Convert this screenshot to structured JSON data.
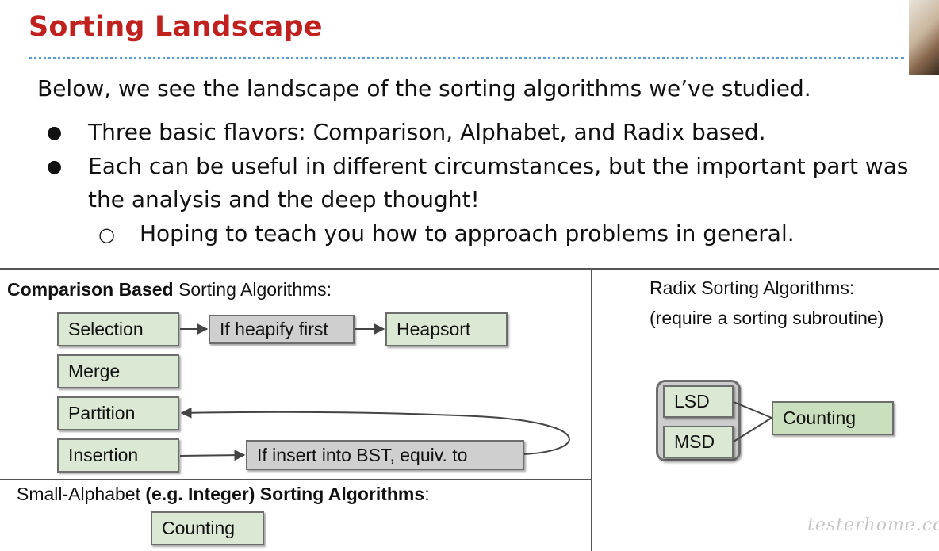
{
  "slide": {
    "title": "Sorting Landscape",
    "intro": "Below, we see the landscape of the sorting algorithms we’ve studied.",
    "bullets": [
      {
        "marker": "●",
        "text": "Three basic flavors: Comparison, Alphabet, and Radix based."
      },
      {
        "marker": "●",
        "line1": "Each can be useful in different circumstances, but the important part was",
        "line2": "the analysis and the deep thought!"
      }
    ],
    "sub_bullet": {
      "marker": "○",
      "text": "Hoping to teach you how to approach problems in general."
    }
  },
  "comparison": {
    "title_bold": "Comparison Based",
    "title_rest": " Sorting Algorithms:",
    "boxes": {
      "selection": "Selection",
      "heapify": "If heapify first",
      "heapsort": "Heapsort",
      "merge": "Merge",
      "partition": "Partition",
      "insertion": "Insertion",
      "bst": "If insert into BST, equiv. to"
    }
  },
  "alphabet": {
    "title_plain": "Small-Alphabet ",
    "title_bold": "(e.g. Integer) Sorting Algorithms",
    "title_end": ":",
    "counting": "Counting"
  },
  "radix": {
    "title_line1": "Radix Sorting Algorithms:",
    "title_line2": "(require a sorting subroutine)",
    "lsd": "LSD",
    "msd": "MSD",
    "counting": "Counting"
  },
  "watermark": "testerhome.com",
  "colors": {
    "title": "#c0201e",
    "title_rule": "#5b9bd5",
    "green_box": "#dbe8d3",
    "gray_box": "#cfcfcf"
  }
}
